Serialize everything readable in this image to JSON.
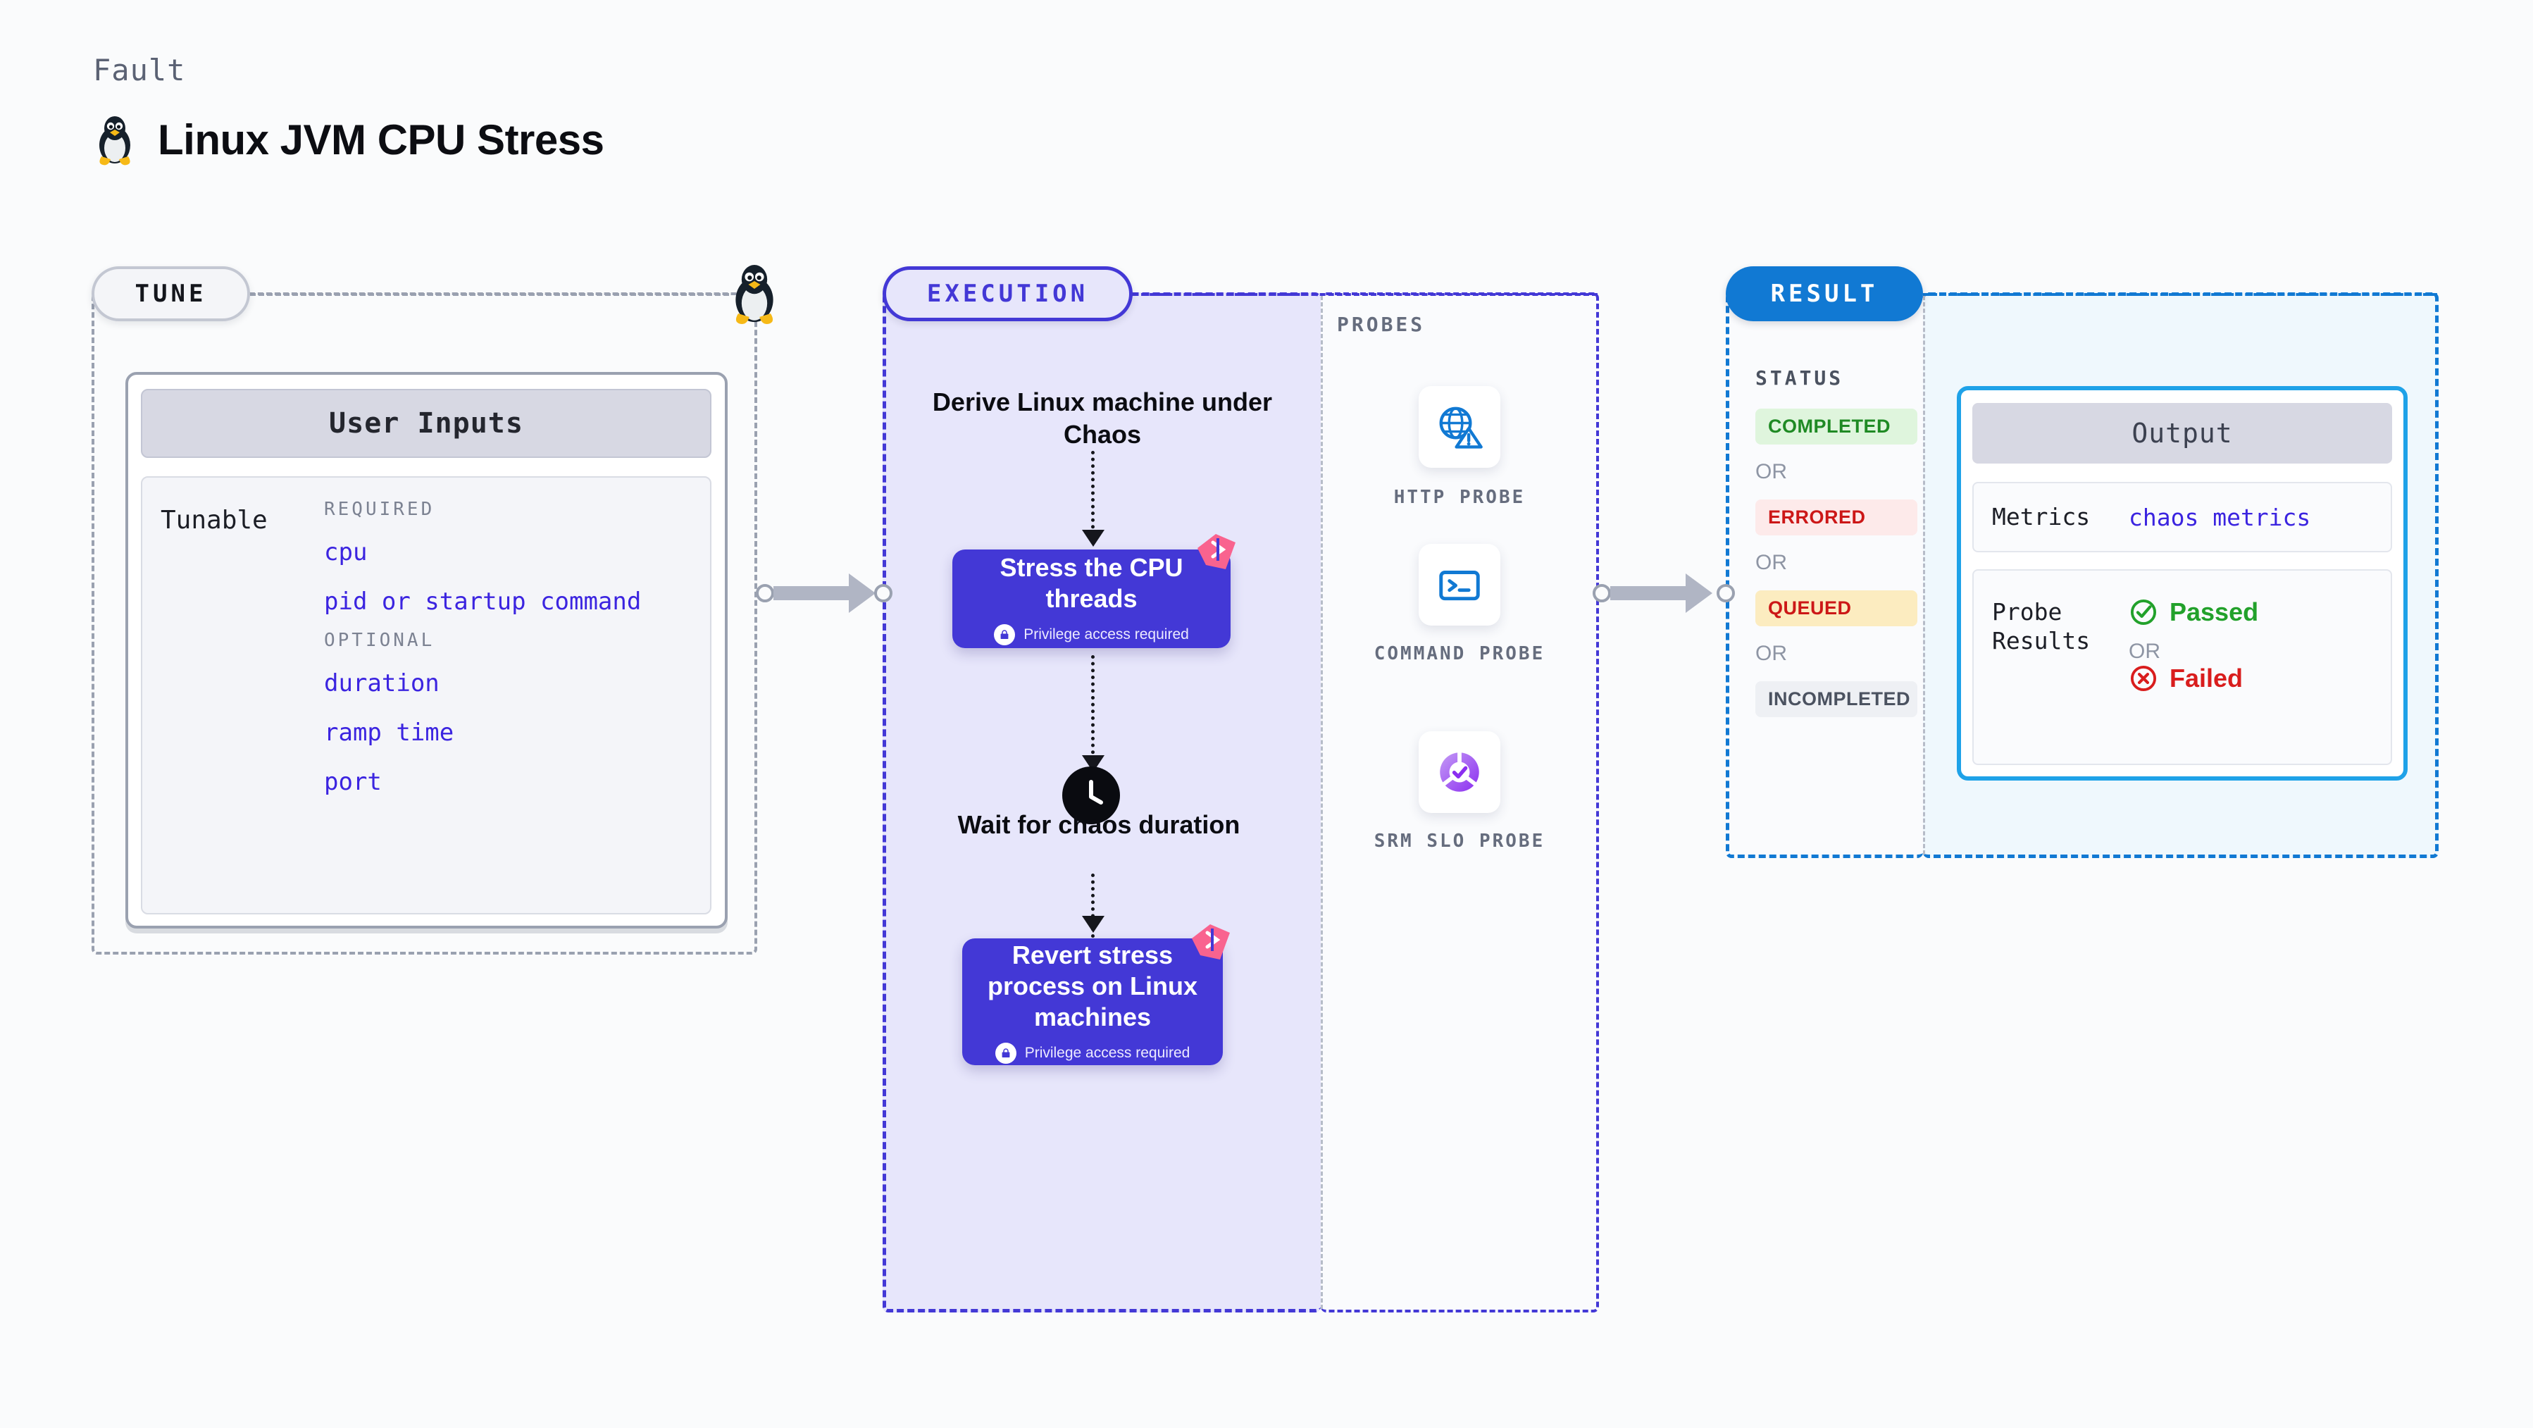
{
  "header": {
    "kicker": "Fault",
    "title": "Linux JVM CPU Stress",
    "icon": "linux-penguin-icon"
  },
  "tune": {
    "chip_label": "TUNE",
    "marker_icon": "linux-penguin-icon",
    "card": {
      "header": "User Inputs",
      "row_label": "Tunable",
      "groups": [
        {
          "heading": "REQUIRED",
          "items": [
            "cpu",
            "pid or startup command"
          ]
        },
        {
          "heading": "OPTIONAL",
          "items": [
            "duration",
            "ramp time",
            "port"
          ]
        }
      ]
    }
  },
  "execution": {
    "chip_label": "EXECUTION",
    "steps": [
      {
        "type": "text",
        "label": "Derive Linux machine under Chaos"
      },
      {
        "type": "action",
        "label": "Stress the CPU threads",
        "privilege": "Privilege access required",
        "badge": "chaos-flag-icon"
      },
      {
        "type": "wait",
        "label": "Wait for chaos duration",
        "icon": "clock-icon"
      },
      {
        "type": "action",
        "label": "Revert stress process on Linux machines",
        "privilege": "Privilege access required",
        "badge": "chaos-flag-icon"
      }
    ]
  },
  "probes": {
    "title": "PROBES",
    "items": [
      {
        "label": "HTTP PROBE",
        "icon": "globe-warning-icon"
      },
      {
        "label": "COMMAND PROBE",
        "icon": "terminal-icon"
      },
      {
        "label": "SRM SLO PROBE",
        "icon": "slo-donut-check-icon"
      }
    ]
  },
  "result": {
    "chip_label": "RESULT",
    "status_title": "STATUS",
    "or_label": "OR",
    "statuses": [
      {
        "label": "COMPLETED",
        "color": "#1f8a24",
        "bg": "#dff5dd"
      },
      {
        "label": "ERRORED",
        "color": "#cc1717",
        "bg": "#fdeaea"
      },
      {
        "label": "QUEUED",
        "color": "#cc1717",
        "bg": "#fcecc0"
      },
      {
        "label": "INCOMPLETED",
        "color": "#4b5260",
        "bg": "#eef0f4"
      }
    ],
    "output": {
      "header": "Output",
      "rows": [
        {
          "key": "Metrics",
          "value": "chaos metrics"
        },
        {
          "key": "Probe Results",
          "verdicts": [
            {
              "label": "Passed",
              "icon": "check-circle-icon",
              "color": "#22a12b"
            },
            {
              "label": "Failed",
              "icon": "x-circle-icon",
              "color": "#d91d1d"
            }
          ]
        }
      ]
    }
  },
  "colors": {
    "purple": "#4338d6",
    "blue": "#1179d3",
    "cyan": "#1fa2e8",
    "pink": "#f9638f",
    "grey_border": "#9aa1b0",
    "mono_value": "#3b24e0"
  }
}
